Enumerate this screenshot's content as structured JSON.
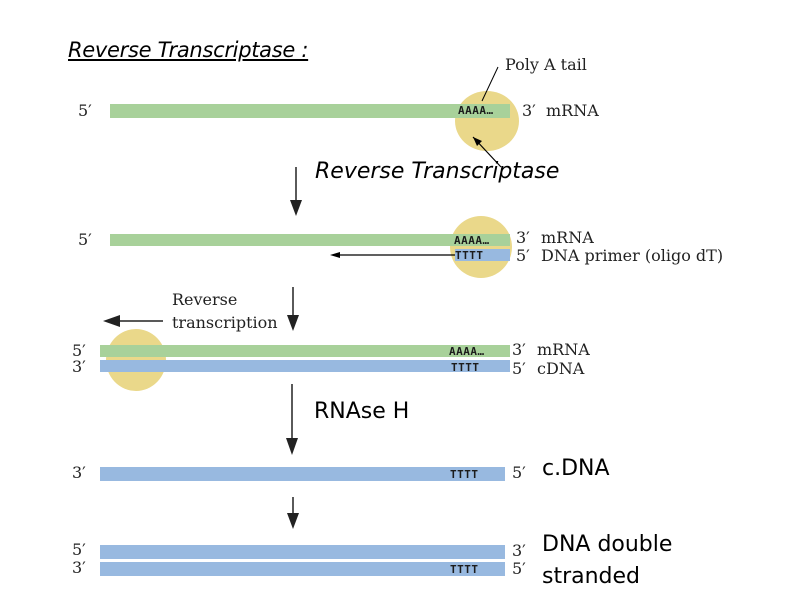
{
  "title": "Reverse Transcriptase :",
  "callouts": {
    "poly_a_tail": "Poly A tail",
    "reverse_transcriptase": "Reverse Transcriptase",
    "reverse_transcription": [
      "Reverse",
      "transcription"
    ],
    "rnase_h": "RNAse H",
    "cdna_final": "c.DNA",
    "dna_double_stranded": [
      "DNA double",
      "stranded"
    ]
  },
  "ends": {
    "five": "5′",
    "three": "3′"
  },
  "strand_labels": {
    "mrna": "mRNA",
    "dna_primer": "DNA primer (oligo dT)",
    "cdna": "cDNA"
  },
  "sequences": {
    "poly_a": "AAAA…",
    "poly_t": "TTTT"
  },
  "colors": {
    "mrna": "#a8d19a",
    "dna": "#98b9e0",
    "enzyme": "#ead88a"
  }
}
